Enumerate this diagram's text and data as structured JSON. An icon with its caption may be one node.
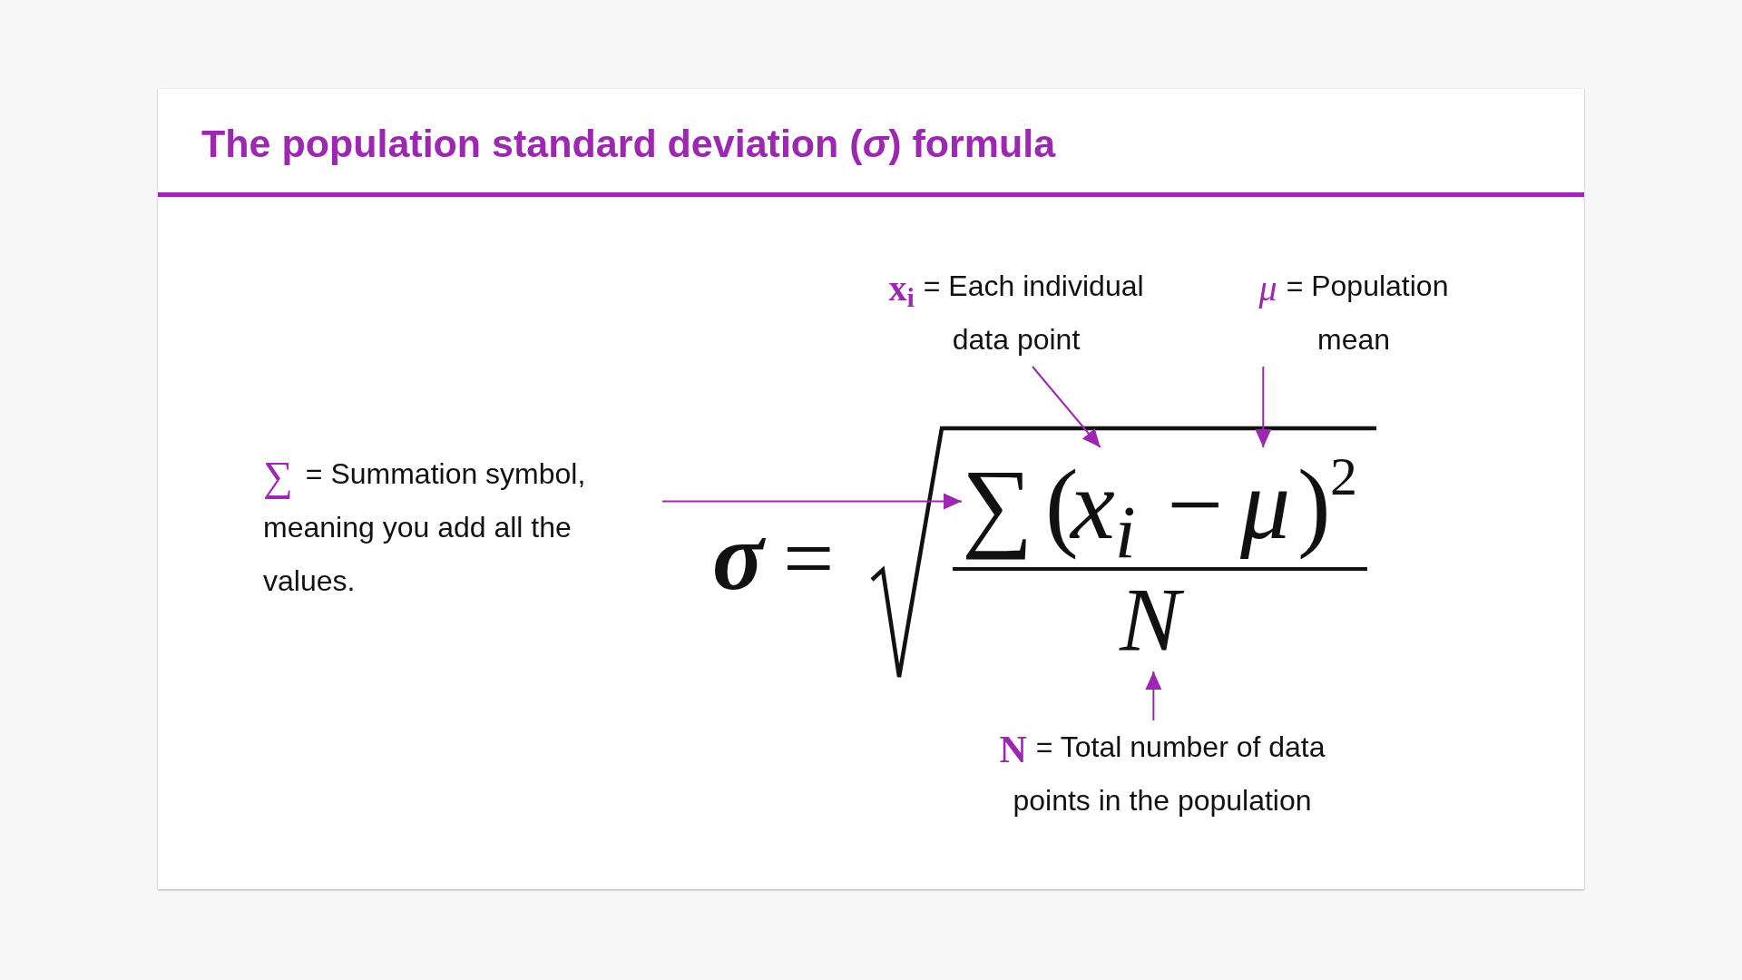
{
  "diagram": {
    "title": "The population standard deviation (*σ*) formula",
    "nodes": [
      {
        "text": [
          "∑",
          "= Summation symbol, meaning you add all the values."
        ]
      },
      {
        "text": [
          "x$_{i}$",
          "= Each individual data point"
        ]
      },
      {
        "text": [
          "μ",
          "= Population mean"
        ]
      },
      {
        "text": [
          "N",
          "= Total number of data points in the population"
        ]
      },
      {
        "text": [
          "∑"
        ]
      },
      {
        "text": [
          "x$_{i}$"
        ]
      },
      {
        "text": [
          "μ"
        ]
      },
      {
        "text": [
          "N"
        ]
      }
    ],
    "edges": [
      {
        "from": 0,
        "to": 4,
        "arrow": "to"
      },
      {
        "from": 1,
        "to": 5,
        "arrow": "to"
      },
      {
        "from": 2,
        "to": 6,
        "arrow": "to"
      },
      {
        "from": 3,
        "to": 7,
        "arrow": "to"
      }
    ],
    "labels": [
      "σ",
      "=",
      "(",
      "−",
      ")",
      "2"
    ]
  }
}
